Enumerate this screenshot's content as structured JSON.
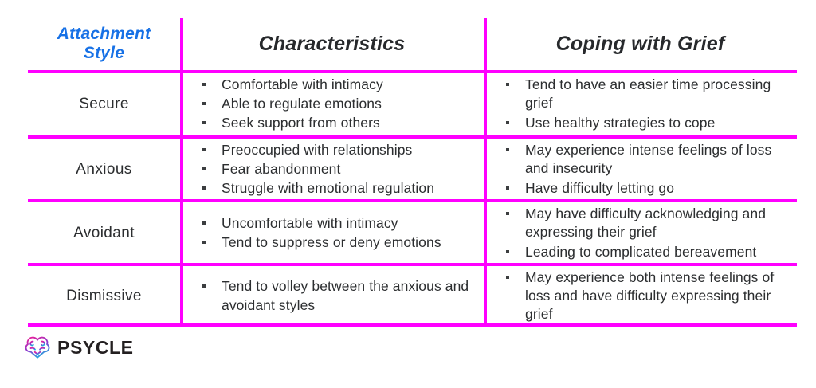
{
  "table": {
    "accent_color": "#ff00ff",
    "headers": [
      {
        "id": "attachment-style",
        "label_line1": "Attachment",
        "label_line2": "Style",
        "color": "#1771e6"
      },
      {
        "id": "characteristics",
        "label": "Characteristics",
        "color": "#27292c"
      },
      {
        "id": "coping-with-grief",
        "label": "Coping with Grief",
        "color": "#27292c"
      }
    ],
    "rows": [
      {
        "style": "Secure",
        "characteristics": [
          "Comfortable with intimacy",
          "Able to regulate emotions",
          "Seek support from others"
        ],
        "coping": [
          "Tend to have an easier time processing grief",
          "Use healthy strategies to cope"
        ]
      },
      {
        "style": "Anxious",
        "characteristics": [
          "Preoccupied with relationships",
          "Fear abandonment",
          "Struggle with emotional regulation"
        ],
        "coping": [
          "May experience intense feelings of loss and insecurity",
          "Have difficulty letting go"
        ]
      },
      {
        "style": "Avoidant",
        "characteristics": [
          "Uncomfortable with intimacy",
          "Tend to suppress or deny emotions"
        ],
        "coping": [
          "May have difficulty acknowledging and expressing their grief",
          "Leading to complicated bereavement"
        ]
      },
      {
        "style": "Dismissive",
        "characteristics": [
          "Tend to volley between the anxious and avoidant styles"
        ],
        "coping": [
          "May experience both intense feelings of loss and have difficulty expressing their grief"
        ]
      }
    ]
  },
  "logo": {
    "wordmark": "PSYCLE",
    "icon": "brain-icon",
    "gradient_from": "#e0219e",
    "gradient_mid": "#7b3fd4",
    "gradient_to": "#14b8e0"
  }
}
